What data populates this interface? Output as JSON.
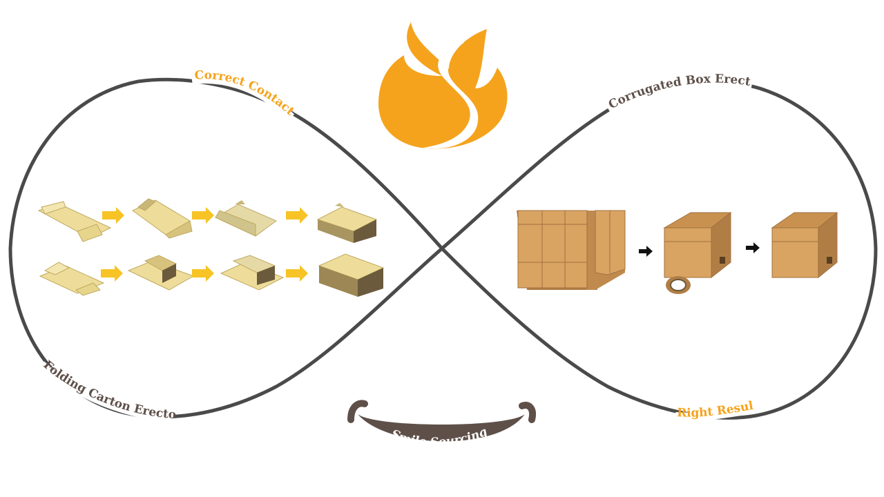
{
  "labels": {
    "correct_contact": "Correct Contact",
    "corrugated_box_erector": "Corrugated Box Erector",
    "folding_carton_erector": "Folding Carton Erector",
    "right_result": "Right Result",
    "smile_sourcing": "Smile Sourcing"
  },
  "colors": {
    "accent_orange": "#F5A31C",
    "label_brown": "#5E5049",
    "curve_gray": "#4A4A4A",
    "arrow_yellow": "#F7C325",
    "carton_light": "#EEDD9A",
    "carton_dark": "#6B5A3C",
    "cardboard": "#D9A462",
    "cardboard_dark": "#B07E45"
  },
  "icons": [
    "flame-logo-icon",
    "arrow-right-icon",
    "tape-roll-icon",
    "smile-icon"
  ],
  "flows": {
    "folding_carton_rows": 2,
    "folding_carton_steps_per_row": 4,
    "corrugated_steps": 3
  }
}
